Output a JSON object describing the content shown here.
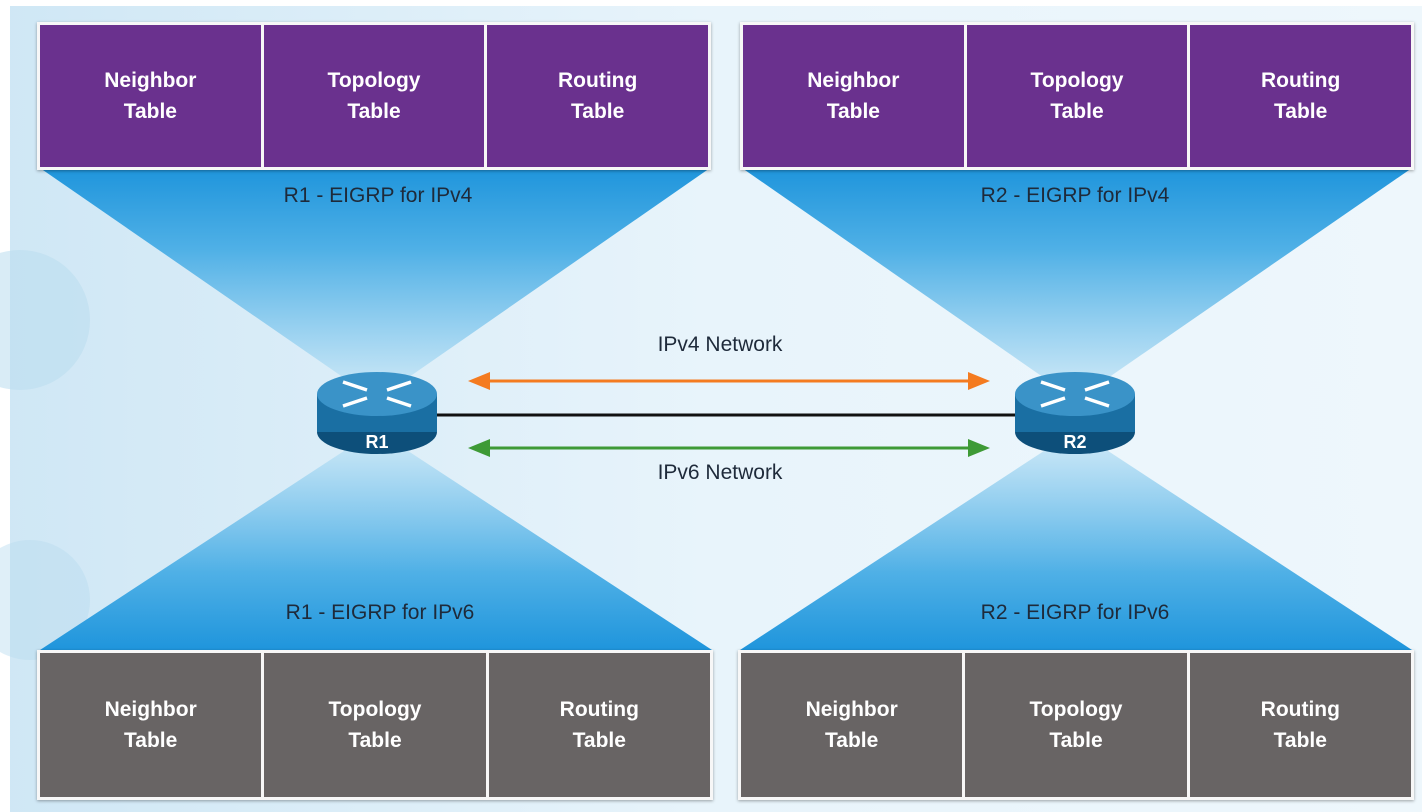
{
  "colors": {
    "ipv4_table": "#6a318e",
    "ipv6_table": "#686464",
    "ipv4_link": "#f47b20",
    "ipv6_link": "#3e9a36",
    "funnel": "#2a9fe0"
  },
  "tables": {
    "r1_ipv4": {
      "neighbor": "Neighbor\nTable",
      "topology": "Topology\nTable",
      "routing": "Routing\nTable"
    },
    "r2_ipv4": {
      "neighbor": "Neighbor\nTable",
      "topology": "Topology\nTable",
      "routing": "Routing\nTable"
    },
    "r1_ipv6": {
      "neighbor": "Neighbor\nTable",
      "topology": "Topology\nTable",
      "routing": "Routing\nTable"
    },
    "r2_ipv6": {
      "neighbor": "Neighbor\nTable",
      "topology": "Topology\nTable",
      "routing": "Routing\nTable"
    }
  },
  "labels": {
    "r1_ipv4": "R1 - EIGRP for IPv4",
    "r2_ipv4": "R2 - EIGRP for IPv4",
    "r1_ipv6": "R1 - EIGRP for IPv6",
    "r2_ipv6": "R2 - EIGRP for IPv6",
    "ipv4_network": "IPv4 Network",
    "ipv6_network": "IPv6 Network"
  },
  "routers": {
    "r1": {
      "label": "R1",
      "icon": "router-icon"
    },
    "r2": {
      "label": "R2",
      "icon": "router-icon"
    }
  }
}
